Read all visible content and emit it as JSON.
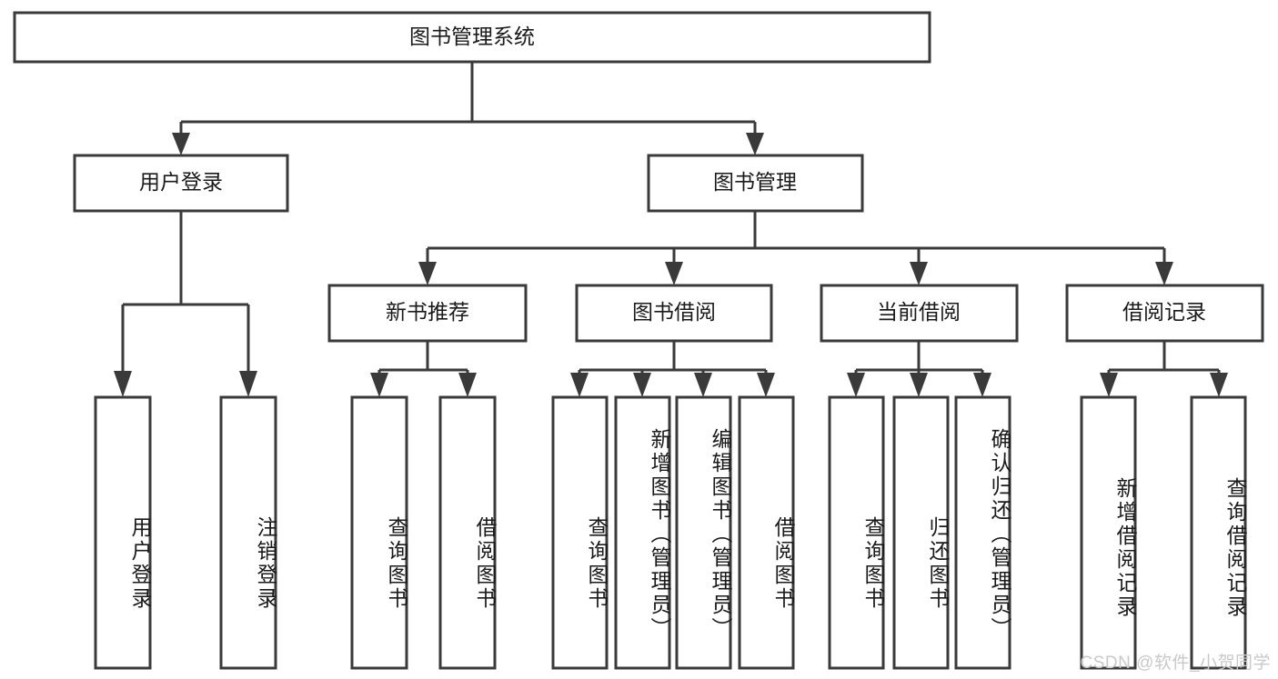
{
  "diagram": {
    "type": "hierarchy-tree",
    "title": "图书管理系统",
    "orientation": "top-down",
    "levels": 4,
    "root": {
      "label": "图书管理系统"
    },
    "level2": [
      {
        "label": "用户登录"
      },
      {
        "label": "图书管理"
      }
    ],
    "level3": [
      {
        "label": "新书推荐"
      },
      {
        "label": "图书借阅"
      },
      {
        "label": "当前借阅"
      },
      {
        "label": "借阅记录"
      }
    ],
    "leaves_user_login": [
      {
        "label": "用户登录"
      },
      {
        "label": "注销登录"
      }
    ],
    "leaves_new_book": [
      {
        "label": "查询图书"
      },
      {
        "label": "借阅图书"
      }
    ],
    "leaves_borrow": [
      {
        "label": "查询图书"
      },
      {
        "label": "新增图书（管理员）"
      },
      {
        "label": "编辑图书（管理员）"
      },
      {
        "label": "借阅图书"
      }
    ],
    "leaves_current": [
      {
        "label": "查询图书"
      },
      {
        "label": "归还图书"
      },
      {
        "label": "确认归还（管理员）"
      }
    ],
    "leaves_records": [
      {
        "label": "新增借阅记录"
      },
      {
        "label": "查询借阅记录"
      }
    ],
    "colors": {
      "box_stroke": "#3a3a3a",
      "box_fill": "#ffffff",
      "text": "#1a1a1a",
      "connector": "#3a3a3a",
      "watermark": "#c9c9c9"
    }
  },
  "watermark": {
    "text": "CSDN @软件_小贺同学"
  }
}
